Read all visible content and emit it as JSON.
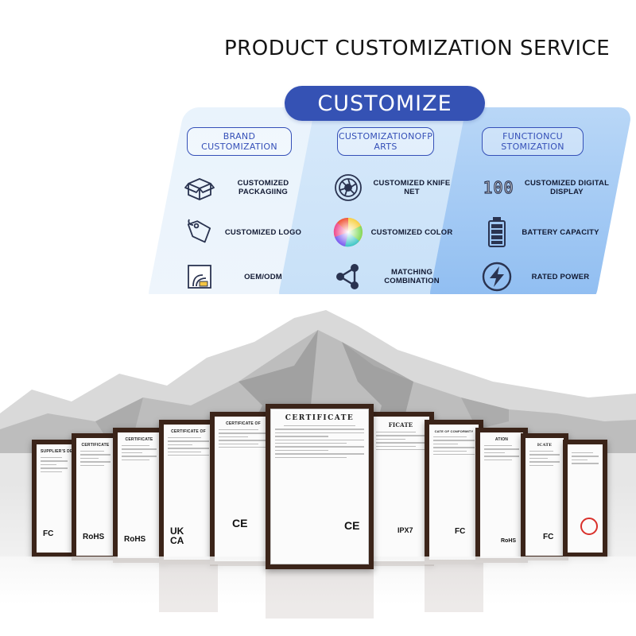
{
  "title": "PRODUCT CUSTOMIZATION SERVICE",
  "customize_label": "CUSTOMIZE",
  "columns": [
    {
      "header": "BRAND CUSTOMIZATION",
      "items": [
        {
          "label": "CUSTOMIZED PACKAGIING",
          "icon": "package-box-icon"
        },
        {
          "label": "CUSTOMIZED LOGO",
          "icon": "price-tag-icon"
        },
        {
          "label": "OEM/ODM",
          "icon": "document-icon"
        }
      ]
    },
    {
      "header": "CUSTOMIZATIONOFP ARTS",
      "items": [
        {
          "label": "CUSTOMIZED KNIFE NET",
          "icon": "blade-grid-icon"
        },
        {
          "label": "CUSTOMIZED COLOR",
          "icon": "color-wheel-icon"
        },
        {
          "label": "MATCHING COMBINATION",
          "icon": "share-nodes-icon"
        }
      ]
    },
    {
      "header": "FUNCTIONCU STOMIZATION",
      "items": [
        {
          "label": "CUSTOMIZED DIGITAL DISPLAY",
          "icon": "digital-display-icon"
        },
        {
          "label": "BATTERY CAPACITY",
          "icon": "battery-icon"
        },
        {
          "label": "RATED POWER",
          "icon": "lightning-icon"
        }
      ]
    }
  ],
  "display_digits": "100",
  "certificates": [
    {
      "heading": "SUPPLIER'S DE",
      "mark": "FC"
    },
    {
      "heading": "CERTIFICATE",
      "mark": "RoHS"
    },
    {
      "heading": "CERTIFICATE",
      "mark": "RoHS"
    },
    {
      "heading": "CERTIFICATE OF",
      "mark": "UK CA"
    },
    {
      "heading": "CERTIFICATE OF",
      "mark": "CE"
    },
    {
      "heading": "CERTIFICATE",
      "mark": "CE"
    },
    {
      "heading": "FICATE",
      "mark": "IPX7"
    },
    {
      "heading": "CATE OF CONFORMITY",
      "mark": "FC"
    },
    {
      "heading": "ATION",
      "mark": "RoHS"
    },
    {
      "heading": "ICATE",
      "mark": "FC"
    },
    {
      "heading": "",
      "mark": ""
    }
  ],
  "colors": {
    "accent": "#3552b4",
    "frame": "#3b2419"
  }
}
